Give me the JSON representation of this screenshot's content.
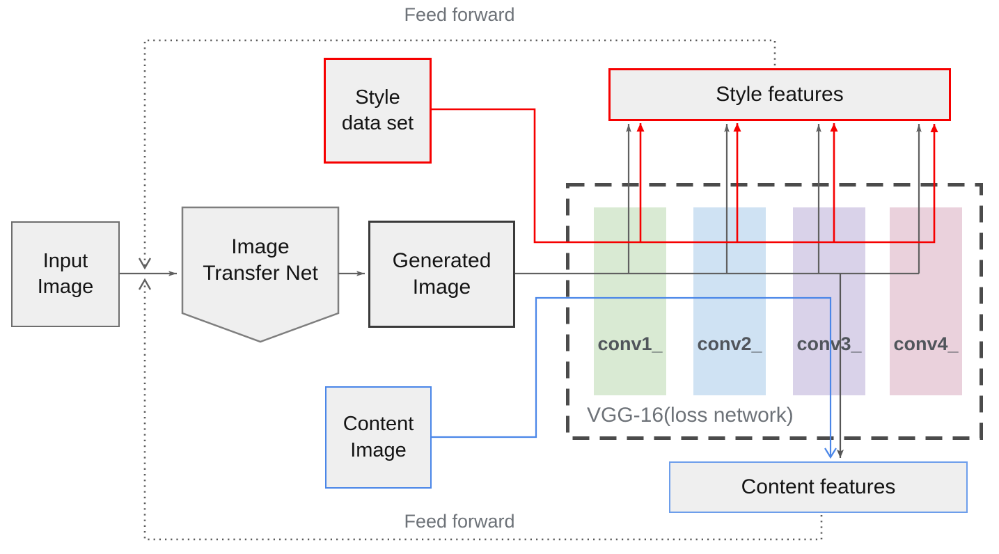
{
  "diagram": {
    "feed_forward_top": "Feed forward",
    "feed_forward_bottom": "Feed forward",
    "nodes": {
      "input_image": "Input\nImage",
      "image_transfer_net": "Image\nTransfer Net",
      "generated_image": "Generated\nImage",
      "style_data_set": "Style\ndata set",
      "content_image": "Content\nImage",
      "style_features": "Style features",
      "content_features": "Content features",
      "vgg_label": "VGG-16(loss network)"
    },
    "conv_layers": [
      {
        "label": "conv1_",
        "fill": "#d9ead3"
      },
      {
        "label": "conv2_",
        "fill": "#cfe2f3"
      },
      {
        "label": "conv3_",
        "fill": "#d9d2e9"
      },
      {
        "label": "conv4_",
        "fill": "#ead1dc"
      }
    ],
    "colors": {
      "style_red": "#f60000",
      "content_blue": "#4a86e8",
      "content_features_border": "#6d9eeb",
      "gray_line": "#606060",
      "box_fill": "#efefef",
      "box_border_gray": "#6e6e6e",
      "generated_border": "#3a3a3a",
      "vgg_dashed_border": "#4b4b4b",
      "feed_forward_dotted": "#5a5a5a",
      "label_text": "#141414",
      "muted_text": "#6d7278",
      "conv_text": "#50555b"
    }
  }
}
